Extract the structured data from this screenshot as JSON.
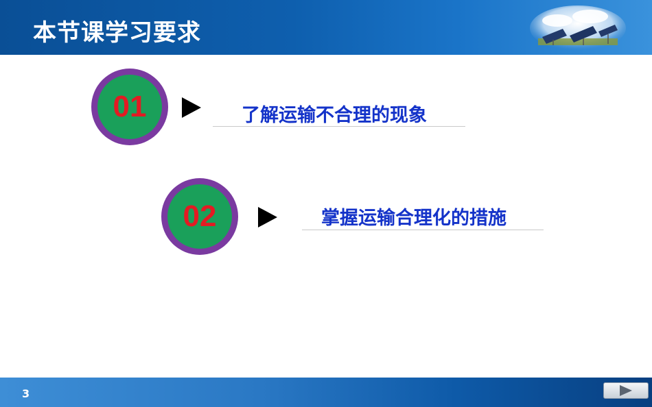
{
  "header": {
    "title": "本节课学习要求"
  },
  "items": [
    {
      "number": "01",
      "text": "了解运输不合理的现象"
    },
    {
      "number": "02",
      "text": "掌握运输合理化的措施"
    }
  ],
  "footer": {
    "page_number": "3"
  },
  "colors": {
    "header_blue": "#0e5fae",
    "circle_ring": "#7a3aa0",
    "circle_fill": "#1aa05a",
    "number_red": "#e31b23",
    "text_blue": "#1433c9"
  },
  "icons": {
    "bullet": "triangle-right-icon",
    "next": "play-icon"
  }
}
